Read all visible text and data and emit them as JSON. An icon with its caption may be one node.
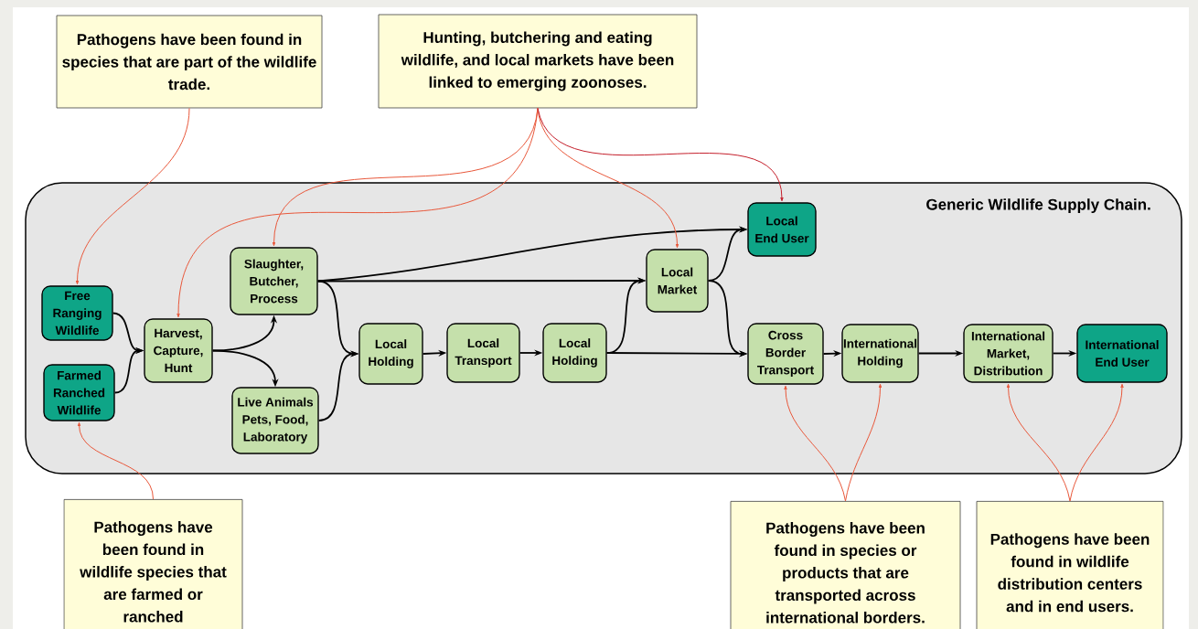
{
  "diagram": {
    "nodes": [
      {
        "text": [
          "Pathogens have been found in species that are part of the wildlife trade."
        ]
      },
      {
        "text": [
          "Hunting, butchering and eating wildlife, and local markets have been linked to emerging zoonoses."
        ]
      },
      {
        "text": [
          "Generic Wildlife Supply Chain."
        ]
      },
      {
        "text": [
          "Free Ranging Wildlife"
        ],
        "in": 2
      },
      {
        "text": [
          "Farmed Ranched Wildlife"
        ],
        "in": 2
      },
      {
        "text": [
          "Harvest, Capture, Hunt"
        ],
        "in": 2
      },
      {
        "text": [
          "Slaughter, Butcher, Process"
        ],
        "in": 2
      },
      {
        "text": [
          "Live Animals Pets, Food, Laboratory"
        ],
        "in": 2
      },
      {
        "text": [
          "Local Holding"
        ],
        "in": 2
      },
      {
        "text": [
          "Local Transport"
        ],
        "in": 2
      },
      {
        "text": [
          "Local Holding"
        ],
        "in": 2
      },
      {
        "text": [
          "Local Market"
        ],
        "in": 2
      },
      {
        "text": [
          "Local End User"
        ],
        "in": 2
      },
      {
        "text": [
          "Cross Border Transport"
        ],
        "in": 2
      },
      {
        "text": [
          "International Holding"
        ],
        "in": 2
      },
      {
        "text": [
          "International Market, Distribution"
        ],
        "in": 2
      },
      {
        "text": [
          "International End User"
        ],
        "in": 2
      },
      {
        "text": [
          "Pathogens have been found in wildlife species that are farmed or ranched"
        ]
      },
      {
        "text": [
          "Pathogens have been found in species or products that are transported across international borders."
        ]
      },
      {
        "text": [
          "Pathogens have been found in wildlife distribution centers and in end users."
        ]
      }
    ],
    "edges": [
      {
        "from": 3,
        "to": 5,
        "arrow": "to"
      },
      {
        "from": 4,
        "to": 5,
        "arrow": "to"
      },
      {
        "from": 5,
        "to": 6,
        "arrow": "to"
      },
      {
        "from": 5,
        "to": 7,
        "arrow": "to"
      },
      {
        "from": 6,
        "to": 8,
        "arrow": "to"
      },
      {
        "from": 7,
        "to": 8,
        "arrow": "to"
      },
      {
        "from": 6,
        "to": 12,
        "arrow": "to"
      },
      {
        "from": 6,
        "to": 11,
        "arrow": "to"
      },
      {
        "from": 8,
        "to": 9,
        "arrow": "to"
      },
      {
        "from": 9,
        "to": 10,
        "arrow": "to"
      },
      {
        "from": 10,
        "to": 11,
        "arrow": "to"
      },
      {
        "from": 10,
        "to": 13,
        "arrow": "to"
      },
      {
        "from": 11,
        "to": 12,
        "arrow": "to"
      },
      {
        "from": 11,
        "to": 13,
        "arrow": "to"
      },
      {
        "from": 13,
        "to": 14,
        "arrow": "to"
      },
      {
        "from": 14,
        "to": 15,
        "arrow": "to"
      },
      {
        "from": 15,
        "to": 16,
        "arrow": "to"
      },
      {
        "from": 0,
        "to": 3,
        "arrow": "to",
        "color": "#e8573a"
      },
      {
        "from": 1,
        "to": 5,
        "arrow": "to",
        "color": "#e8573a"
      },
      {
        "from": 1,
        "to": 6,
        "arrow": "to",
        "color": "#e8573a"
      },
      {
        "from": 1,
        "to": 11,
        "arrow": "to",
        "color": "#e8573a"
      },
      {
        "from": 1,
        "to": 12,
        "arrow": "to",
        "color": "#c41e2a"
      },
      {
        "from": 17,
        "to": 4,
        "arrow": "to",
        "color": "#e8573a"
      },
      {
        "from": 18,
        "to": 13,
        "arrow": "to",
        "color": "#e8573a"
      },
      {
        "from": 18,
        "to": 14,
        "arrow": "to",
        "color": "#e8573a"
      },
      {
        "from": 19,
        "to": 15,
        "arrow": "to",
        "color": "#e8573a"
      },
      {
        "from": 19,
        "to": 16,
        "arrow": "to",
        "color": "#e8573a"
      }
    ]
  }
}
